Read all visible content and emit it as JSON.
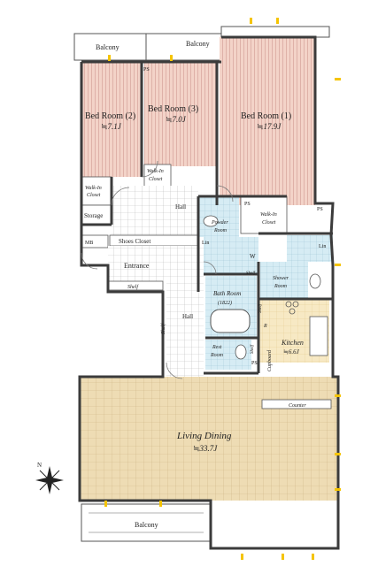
{
  "rooms": {
    "bedroom1": {
      "name": "Bed Room (1)",
      "size": "≒17.9J"
    },
    "bedroom2": {
      "name": "Bed Room (2)",
      "size": "≒7.1J"
    },
    "bedroom3": {
      "name": "Bed Room (3)",
      "size": "≒7.0J"
    },
    "living_dining": {
      "name": "Living Dining",
      "size": "≒33.7J"
    },
    "kitchen": {
      "name": "Kitchen",
      "size": "≒6.6J"
    },
    "bath_room": {
      "name": "Bath Room",
      "size": "(1822)"
    }
  },
  "labels": {
    "balcony_top_left": "Balcony",
    "balcony_top_mid": "Balcony",
    "balcony_bottom": "Balcony",
    "ps": "PS",
    "walkin_closet_a_l1": "Walk-In",
    "walkin_closet_a_l2": "Closet",
    "walkin_closet_b_l1": "Walk-In",
    "walkin_closet_b_l2": "Closet",
    "walkin_closet_c_l1": "Walk-In",
    "walkin_closet_c_l2": "Closet",
    "storage": "Storage",
    "hall_upper": "Hall",
    "hall_lower": "Hall",
    "powder_room_l1": "Powder",
    "powder_room_l2": "Room",
    "mb": "MB",
    "shoes_closet": "Shoes Closet",
    "lin": "Lin",
    "entrance": "Entrance",
    "shelf": "Shelf",
    "w": "W",
    "shower_room_l1": "Shower",
    "shower_room_l2": "Room",
    "rest_room_l1": "Rest",
    "rest_room_l2": "Room",
    "cupboard": "Cupboard",
    "r": "R",
    "counter": "Counter",
    "compass_n": "N"
  },
  "colors": {
    "bedroom_floor": "#f3d3c8",
    "living_floor": "#eedcb4",
    "wet_area": "#d6ecf4",
    "kitchen_floor": "#f7e9c4",
    "walls": "#3b3b3b",
    "tile_lines": "#b9b9b9",
    "window_marker": "#f5c400"
  }
}
